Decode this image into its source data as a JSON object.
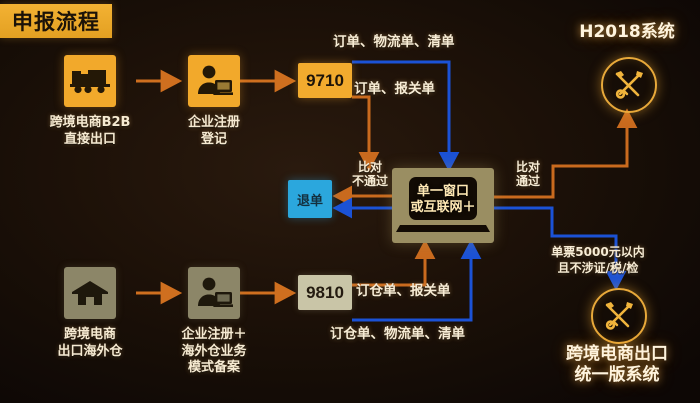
{
  "title": {
    "text": "申报流程"
  },
  "colors": {
    "background": "#140c06",
    "accent_orange": "#f2a92b",
    "accent_amber": "#e8a93a",
    "flow_orange": "#c96a1e",
    "flow_blue": "#1b52d6",
    "cold_khaki": "#8c8668",
    "refund_cyan": "#2ba7dd",
    "single_window": "#9a8e62",
    "text_cream": "#f6ead2"
  },
  "top_flow": {
    "source": {
      "icon": "truck-icon",
      "caption": "跨境电商B2B\n直接出口"
    },
    "register": {
      "icon": "business-registration-icon",
      "caption": "企业注册\n登记"
    },
    "code_box": {
      "value": "9710"
    },
    "labels": {
      "upper": "订单、物流单、清单",
      "lower": "订单、报关单"
    }
  },
  "bottom_flow": {
    "source": {
      "icon": "warehouse-icon",
      "caption": "跨境电商\n出口海外仓"
    },
    "register": {
      "icon": "business-registration-icon",
      "caption": "企业注册＋\n海外仓业务\n模式备案"
    },
    "code_box": {
      "value": "9810"
    },
    "labels": {
      "upper": "订仓单、报关单",
      "lower": "订仓单、物流单、清单"
    }
  },
  "single_window": {
    "icon": "laptop-icon",
    "text": "单一窗口\n或互联网＋"
  },
  "refund": {
    "label": "退单"
  },
  "compare": {
    "fail": "比对\n不通过",
    "pass": "比对\n通过"
  },
  "right_systems": [
    {
      "id": "h2018",
      "title": "H2018系统",
      "icon": "customs-key-hammer-icon",
      "condition": ""
    },
    {
      "id": "cross-border-export-unified",
      "title": "跨境电商出口\n统一版系统",
      "icon": "customs-key-hammer-icon",
      "condition": "单票5000元以内\n且不涉证/税/检"
    }
  ]
}
